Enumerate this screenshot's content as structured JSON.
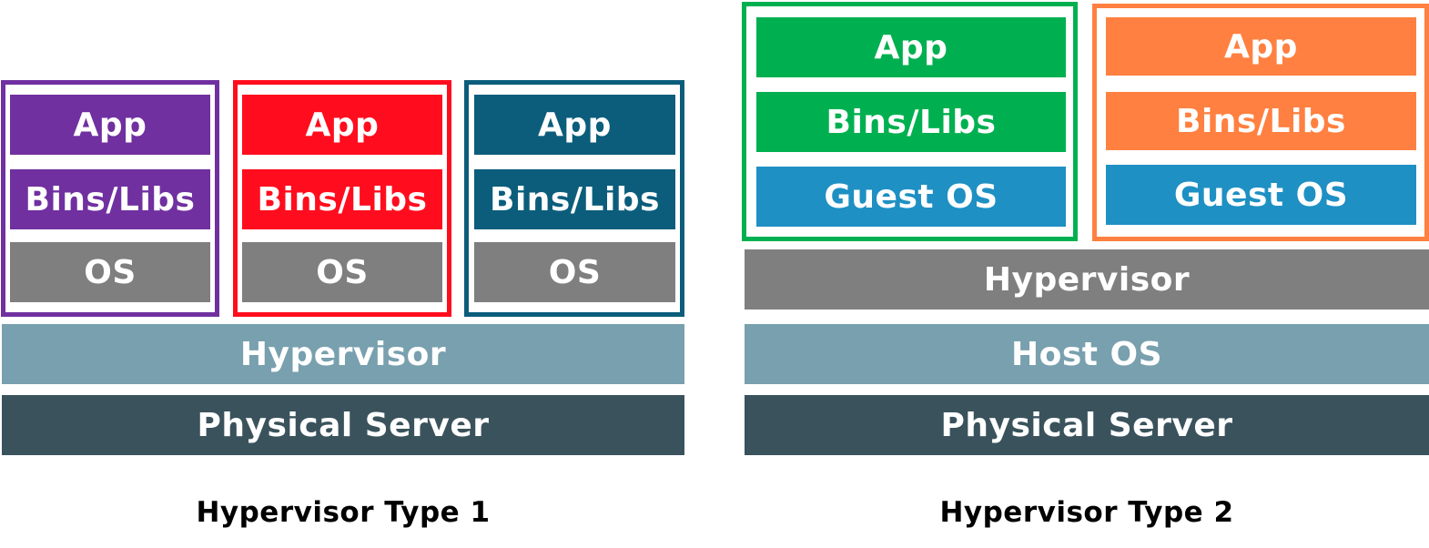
{
  "type1": {
    "caption": "Hypervisor Type 1",
    "containers": [
      {
        "color": "#7030a0",
        "app": "App",
        "bins": "Bins/Libs",
        "os": "OS",
        "os_color": "#7f7f7f"
      },
      {
        "color": "#ff0d1e",
        "app": "App",
        "bins": "Bins/Libs",
        "os": "OS",
        "os_color": "#7f7f7f"
      },
      {
        "color": "#0b5d7b",
        "app": "App",
        "bins": "Bins/Libs",
        "os": "OS",
        "os_color": "#7f7f7f"
      }
    ],
    "hypervisor": {
      "label": "Hypervisor",
      "color": "#78a0ae"
    },
    "physical_server": {
      "label": "Physical Server",
      "color": "#3a525c"
    }
  },
  "type2": {
    "caption": "Hypervisor Type 2",
    "containers": [
      {
        "color": "#00b050",
        "app": "App",
        "bins": "Bins/Libs",
        "os": "Guest OS",
        "os_color": "#1e90c3"
      },
      {
        "color": "#ff8040",
        "app": "App",
        "bins": "Bins/Libs",
        "os": "Guest OS",
        "os_color": "#1e90c3"
      }
    ],
    "hypervisor": {
      "label": "Hypervisor",
      "color": "#7f7f7f"
    },
    "host_os": {
      "label": "Host OS",
      "color": "#78a0ae"
    },
    "physical_server": {
      "label": "Physical Server",
      "color": "#3a525c"
    }
  }
}
